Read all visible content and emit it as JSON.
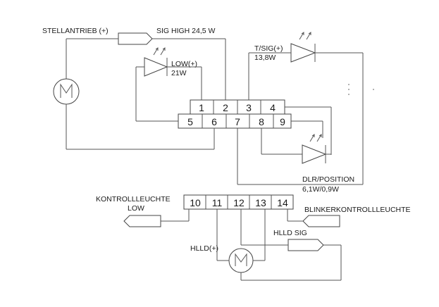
{
  "labels": {
    "stellantrieb": "STELLANTRIEB (+)",
    "sig_high": "SIG HIGH 24,5 W",
    "t_sig": "T/SIG(+)",
    "t_sig_power": "13,8W",
    "low": "LOW(+)",
    "low_power": "21W",
    "dlr_position": "DLR/POSITION",
    "dlr_power": "6,1W/0,9W",
    "kontrollleuchte": "KONTROLLLEUCHTE",
    "kontrollleuchte_low": "LOW",
    "blinkerkontrollleuchte": "BLINKERKONTROLLLEUCHTE",
    "hlld_sig": "HLLD SIG",
    "hlld_plus": "HLLD(+)"
  },
  "connector_top": {
    "row1": [
      "1",
      "2",
      "3",
      "4"
    ],
    "row2": [
      "5",
      "6",
      "7",
      "8",
      "9"
    ]
  },
  "connector_bottom": {
    "pins": [
      "10",
      "11",
      "12",
      "13",
      "14"
    ]
  }
}
